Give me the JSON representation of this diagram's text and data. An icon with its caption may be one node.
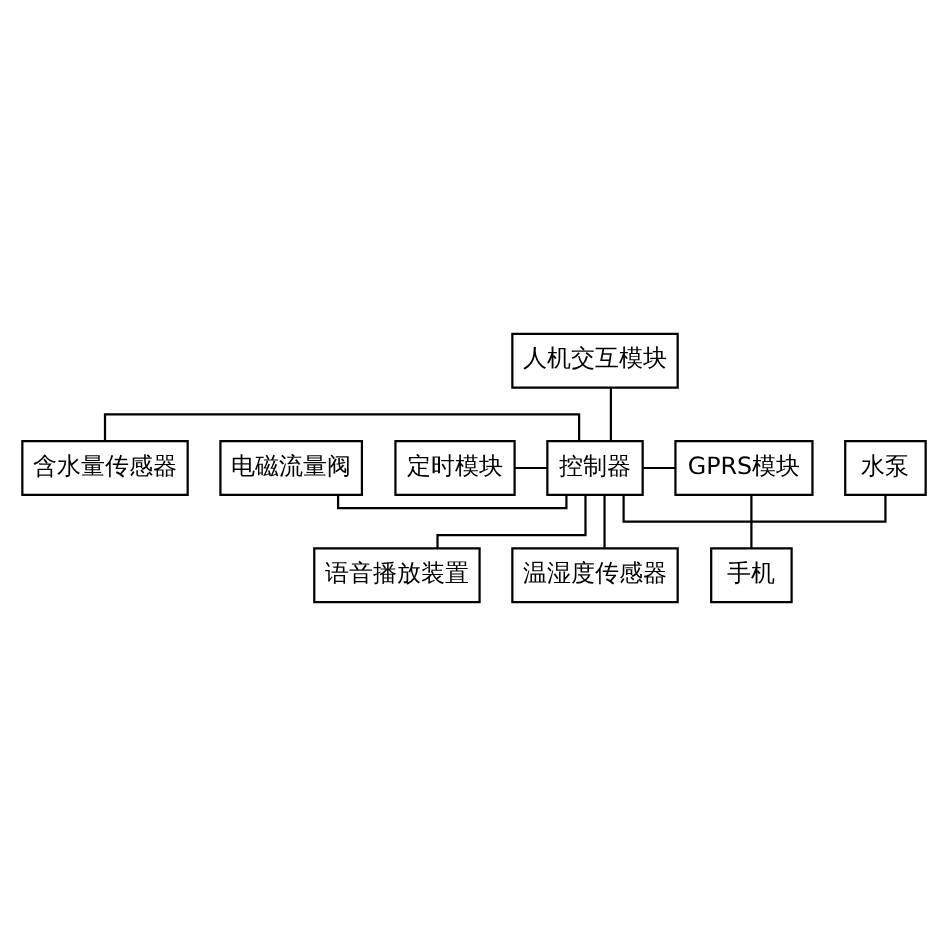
{
  "diagram": {
    "nodes": [
      {
        "text": [
          "人机交互模块"
        ]
      },
      {
        "text": [
          "含水量传感器"
        ]
      },
      {
        "text": [
          "电磁流量阀"
        ]
      },
      {
        "text": [
          "定时模块"
        ]
      },
      {
        "text": [
          "控制器"
        ]
      },
      {
        "text": [
          "水泵"
        ]
      },
      {
        "text": [
          "GPRS模块"
        ]
      },
      {
        "text": [
          "手机"
        ]
      },
      {
        "text": [
          "语音播放装置"
        ]
      },
      {
        "text": [
          "温湿度传感器"
        ]
      }
    ],
    "edges": [
      {
        "from": 0,
        "to": 4,
        "arrow": "none"
      },
      {
        "from": 1,
        "to": 4,
        "arrow": "none"
      },
      {
        "from": 2,
        "to": 4,
        "arrow": "none"
      },
      {
        "from": 3,
        "to": 4,
        "arrow": "none"
      },
      {
        "from": 4,
        "to": 5,
        "arrow": "none"
      },
      {
        "from": 4,
        "to": 6,
        "arrow": "none"
      },
      {
        "from": 6,
        "to": 7,
        "arrow": "none"
      },
      {
        "from": 4,
        "to": 8,
        "arrow": "none"
      },
      {
        "from": 4,
        "to": 9,
        "arrow": "none"
      }
    ]
  }
}
